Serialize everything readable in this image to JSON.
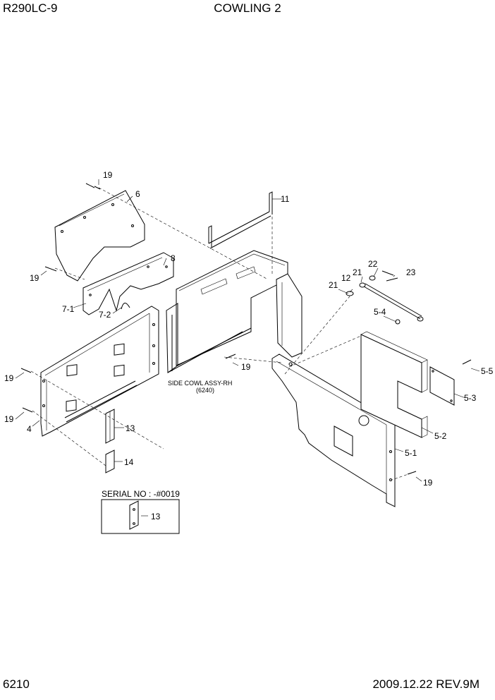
{
  "header": {
    "model": "R290LC-9",
    "title": "COWLING 2"
  },
  "footer": {
    "page": "6210",
    "date_rev": "2009.12.22  REV.9M"
  },
  "notes": {
    "side_cowl": "SIDE COWL ASSY-RH",
    "side_cowl_ref": "(6240)",
    "serial": "SERIAL NO : -#0019"
  },
  "callouts": {
    "c19a": "19",
    "c6": "6",
    "c11": "11",
    "c8": "8",
    "c19b": "19",
    "c7_1": "7-1",
    "c7_2": "7-2",
    "c22": "22",
    "c21a": "21",
    "c12": "12",
    "c23": "23",
    "c21b": "21",
    "c5_4": "5-4",
    "c19c": "19",
    "c19d": "19",
    "c5_5": "5-5",
    "c5_3": "5-3",
    "c19e": "19",
    "c4": "4",
    "c13a": "13",
    "c5_2": "5-2",
    "c14": "14",
    "c5_1": "5-1",
    "c19f": "19",
    "c13b": "13"
  }
}
